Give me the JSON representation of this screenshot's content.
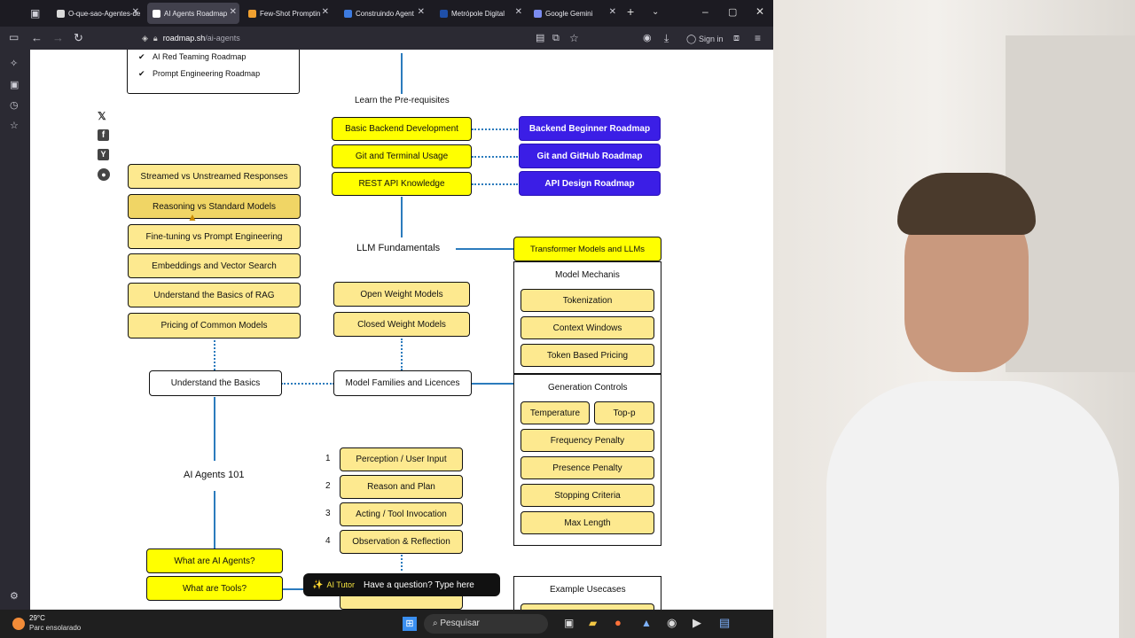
{
  "browser": {
    "tabs": [
      {
        "label": "O-que-sao-Agentes-de",
        "color": "#d9d9d9"
      },
      {
        "label": "AI Agents Roadmap",
        "color": "#ffffff"
      },
      {
        "label": "Few-Shot Promptin",
        "color": "#f0a030"
      },
      {
        "label": "Construindo Agent",
        "color": "#3d7be0"
      },
      {
        "label": "Metrópole Digital",
        "color": "#1f4fa8"
      },
      {
        "label": "Google Gemini",
        "color": "#7b8cf0"
      }
    ],
    "url_host": "roadmap.sh",
    "url_path": "/ai-agents",
    "sign_in": "Sign in"
  },
  "roadmap": {
    "top_list": [
      "AI Red Teaming Roadmap",
      "Prompt Engineering Roadmap"
    ],
    "prereq_title": "Learn the Pre-requisites",
    "prereqs": [
      "Basic Backend Development",
      "Git and Terminal Usage",
      "REST API Knowledge"
    ],
    "linked_roadmaps": [
      "Backend Beginner Roadmap",
      "Git and GitHub Roadmap",
      "API Design Roadmap"
    ],
    "basics_items": [
      "Streamed vs Unstreamed Responses",
      "Reasoning vs Standard Models",
      "Fine-tuning vs Prompt Engineering",
      "Embeddings and Vector Search",
      "Understand the Basics of RAG",
      "Pricing of Common Models"
    ],
    "llm_fundamentals": "LLM Fundamentals",
    "transformer": "Transformer Models and LLMs",
    "model_mechanis_title": "Model Mechanis",
    "mechanis_items": [
      "Tokenization",
      "Context Windows",
      "Token Based Pricing"
    ],
    "weight_models": [
      "Open Weight Models",
      "Closed Weight Models"
    ],
    "understand_basics": "Understand the Basics",
    "model_families": "Model Families and Licences",
    "generation_controls_title": "Generation Controls",
    "temperature": "Temperature",
    "top_p": "Top-p",
    "gen_items": [
      "Frequency Penalty",
      "Presence Penalty",
      "Stopping Criteria",
      "Max Length"
    ],
    "agents_101": "AI Agents 101",
    "loop_numbers": [
      "1",
      "2",
      "3",
      "4"
    ],
    "loop_steps": [
      "Perception / User Input",
      "Reason and Plan",
      "Acting / Tool Invocation",
      "Observation & Reflection"
    ],
    "what_items": [
      "What are AI Agents?",
      "What are Tools?"
    ],
    "example_usecases": "Example Usecases"
  },
  "social_icons": [
    "x-icon",
    "facebook-icon",
    "hackernews-icon",
    "reddit-icon"
  ],
  "tutor": {
    "label": "AI Tutor",
    "prompt": "Have a question? Type here"
  },
  "taskbar": {
    "temperature": "29°C",
    "weather": "Parc ensolarado",
    "search": "Pesquisar"
  },
  "colors": {
    "yellow": "#ffff00",
    "tan": "#fde98f",
    "blue": "#3b1ee6",
    "connector": "#2b7bbd"
  }
}
